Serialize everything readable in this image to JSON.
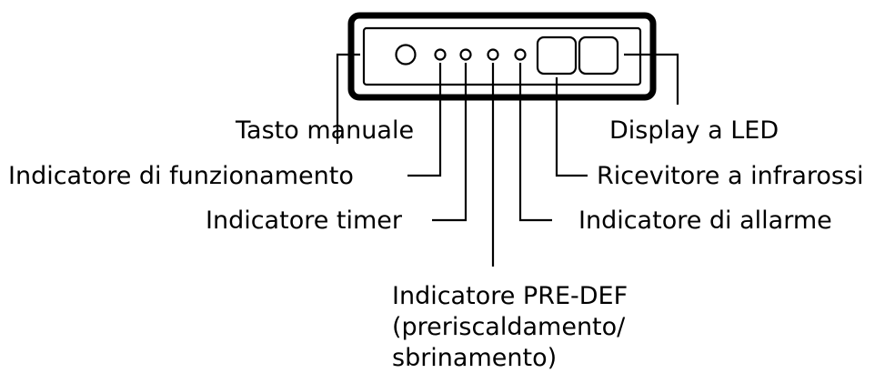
{
  "labels": {
    "manual_button": "Tasto manuale",
    "operation_indicator": "Indicatore di funzionamento",
    "timer_indicator": "Indicatore timer",
    "predef_indicator": [
      "Indicatore PRE-DEF",
      "(preriscaldamento/",
      "sbrinamento)"
    ],
    "led_display": "Display a LED",
    "ir_receiver": "Ricevitore a infrarossi",
    "alarm_indicator": "Indicatore di allarme"
  }
}
